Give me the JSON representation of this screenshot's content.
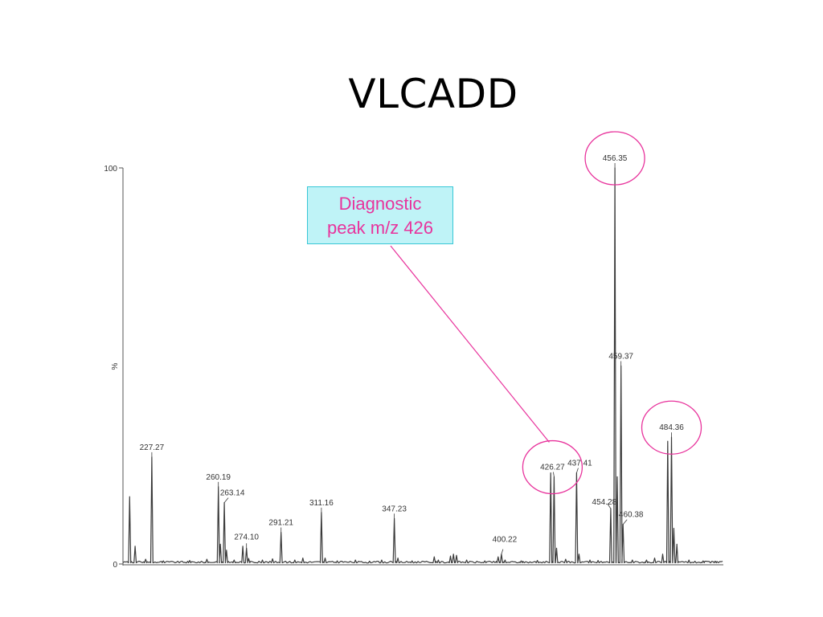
{
  "title": "VLCADD",
  "annotation": {
    "line1": "Diagnostic",
    "line2": "peak m/z 426"
  },
  "colors": {
    "trace": "#3a3a3a",
    "highlight": "#e8339c",
    "callout_fill": "#bff3f7",
    "callout_border": "#38c7d6"
  },
  "chart_data": {
    "type": "line",
    "xlabel": "",
    "ylabel": "%",
    "xlim": [
      213,
      510
    ],
    "ylim": [
      0,
      100
    ],
    "yticks": [
      0,
      100
    ],
    "peaks": [
      {
        "mz": 216.3,
        "intensity": 17.0,
        "label": ""
      },
      {
        "mz": 219.0,
        "intensity": 4.5,
        "label": ""
      },
      {
        "mz": 224.2,
        "intensity": 1.2,
        "label": ""
      },
      {
        "mz": 227.27,
        "intensity": 27.0,
        "label": "227.27"
      },
      {
        "mz": 233.0,
        "intensity": 0.8,
        "label": ""
      },
      {
        "mz": 246.0,
        "intensity": 0.9,
        "label": ""
      },
      {
        "mz": 254.5,
        "intensity": 1.2,
        "label": ""
      },
      {
        "mz": 260.19,
        "intensity": 19.5,
        "label": "260.19"
      },
      {
        "mz": 261.2,
        "intensity": 5.0,
        "label": ""
      },
      {
        "mz": 263.14,
        "intensity": 15.5,
        "label": "263.14"
      },
      {
        "mz": 264.2,
        "intensity": 3.5,
        "label": ""
      },
      {
        "mz": 268.0,
        "intensity": 1.0,
        "label": ""
      },
      {
        "mz": 272.3,
        "intensity": 4.5,
        "label": ""
      },
      {
        "mz": 274.1,
        "intensity": 4.0,
        "label": "274.10"
      },
      {
        "mz": 275.2,
        "intensity": 1.4,
        "label": ""
      },
      {
        "mz": 282.0,
        "intensity": 1.0,
        "label": ""
      },
      {
        "mz": 287.0,
        "intensity": 1.3,
        "label": ""
      },
      {
        "mz": 291.21,
        "intensity": 8.0,
        "label": "291.21"
      },
      {
        "mz": 298.0,
        "intensity": 1.0,
        "label": ""
      },
      {
        "mz": 302.0,
        "intensity": 1.5,
        "label": ""
      },
      {
        "mz": 311.16,
        "intensity": 13.0,
        "label": "311.16"
      },
      {
        "mz": 313.0,
        "intensity": 1.5,
        "label": ""
      },
      {
        "mz": 319.0,
        "intensity": 0.8,
        "label": ""
      },
      {
        "mz": 328.0,
        "intensity": 1.0,
        "label": ""
      },
      {
        "mz": 335.0,
        "intensity": 0.7,
        "label": ""
      },
      {
        "mz": 341.0,
        "intensity": 1.0,
        "label": ""
      },
      {
        "mz": 347.23,
        "intensity": 11.5,
        "label": "347.23"
      },
      {
        "mz": 349.0,
        "intensity": 1.5,
        "label": ""
      },
      {
        "mz": 356.0,
        "intensity": 0.8,
        "label": ""
      },
      {
        "mz": 367.0,
        "intensity": 1.8,
        "label": ""
      },
      {
        "mz": 369.0,
        "intensity": 1.0,
        "label": ""
      },
      {
        "mz": 375.0,
        "intensity": 2.0,
        "label": ""
      },
      {
        "mz": 376.5,
        "intensity": 2.5,
        "label": ""
      },
      {
        "mz": 378.0,
        "intensity": 2.2,
        "label": ""
      },
      {
        "mz": 383.0,
        "intensity": 1.0,
        "label": ""
      },
      {
        "mz": 392.0,
        "intensity": 0.8,
        "label": ""
      },
      {
        "mz": 398.6,
        "intensity": 1.8,
        "label": ""
      },
      {
        "mz": 400.22,
        "intensity": 2.5,
        "label": "400.22"
      },
      {
        "mz": 402.0,
        "intensity": 1.0,
        "label": ""
      },
      {
        "mz": 410.0,
        "intensity": 0.8,
        "label": ""
      },
      {
        "mz": 418.0,
        "intensity": 0.9,
        "label": ""
      },
      {
        "mz": 424.6,
        "intensity": 23.0,
        "label": ""
      },
      {
        "mz": 426.27,
        "intensity": 22.0,
        "label": "426.27"
      },
      {
        "mz": 427.5,
        "intensity": 4.0,
        "label": ""
      },
      {
        "mz": 432.0,
        "intensity": 1.2,
        "label": ""
      },
      {
        "mz": 437.41,
        "intensity": 23.0,
        "label": "437.41"
      },
      {
        "mz": 438.6,
        "intensity": 2.5,
        "label": ""
      },
      {
        "mz": 444.0,
        "intensity": 1.0,
        "label": ""
      },
      {
        "mz": 448.0,
        "intensity": 0.9,
        "label": ""
      },
      {
        "mz": 454.28,
        "intensity": 14.0,
        "label": "454.28"
      },
      {
        "mz": 456.35,
        "intensity": 100.0,
        "label": "456.35"
      },
      {
        "mz": 457.5,
        "intensity": 22.0,
        "label": ""
      },
      {
        "mz": 459.37,
        "intensity": 50.0,
        "label": "459.37"
      },
      {
        "mz": 460.38,
        "intensity": 10.0,
        "label": "460.38"
      },
      {
        "mz": 465.0,
        "intensity": 1.0,
        "label": ""
      },
      {
        "mz": 472.0,
        "intensity": 1.0,
        "label": ""
      },
      {
        "mz": 476.0,
        "intensity": 1.5,
        "label": ""
      },
      {
        "mz": 480.0,
        "intensity": 2.5,
        "label": ""
      },
      {
        "mz": 482.5,
        "intensity": 31.0,
        "label": ""
      },
      {
        "mz": 484.36,
        "intensity": 32.0,
        "label": "484.36"
      },
      {
        "mz": 485.5,
        "intensity": 9.0,
        "label": ""
      },
      {
        "mz": 487.0,
        "intensity": 5.0,
        "label": ""
      },
      {
        "mz": 493.0,
        "intensity": 1.0,
        "label": ""
      },
      {
        "mz": 500.0,
        "intensity": 0.8,
        "label": ""
      },
      {
        "mz": 506.0,
        "intensity": 0.7,
        "label": ""
      }
    ],
    "highlighted_peaks": [
      "426.27",
      "456.35",
      "484.36"
    ]
  }
}
